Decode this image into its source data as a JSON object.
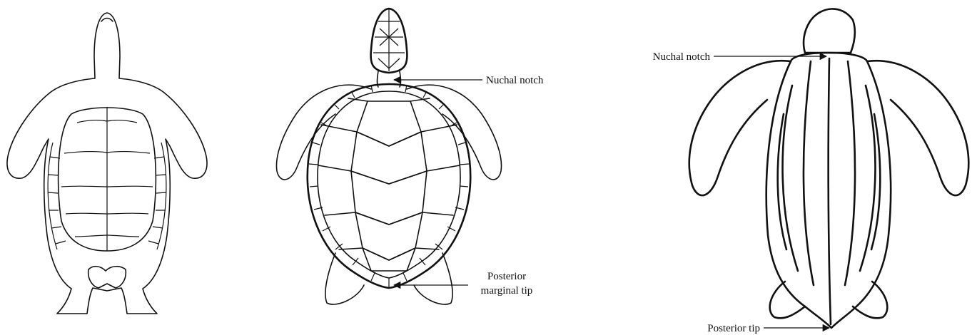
{
  "figures": [
    {
      "id": "hatchling-ventral-plastron",
      "labels": []
    },
    {
      "id": "hatchling-dorsal-carapace",
      "labels": [
        {
          "text": "Nuchal notch"
        },
        {
          "text": "Posterior"
        },
        {
          "text": "marginal tip"
        }
      ]
    },
    {
      "id": "leatherback-hatchling-dorsal",
      "labels": [
        {
          "text": "Nuchal notch"
        },
        {
          "text": "Posterior tip"
        }
      ]
    }
  ]
}
